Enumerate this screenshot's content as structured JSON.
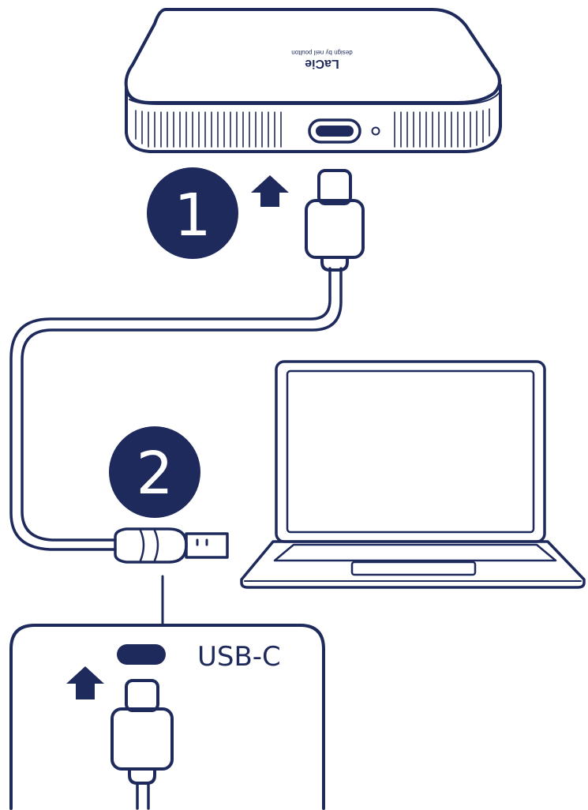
{
  "colors": {
    "ink": "#1f2a5c",
    "badge_fill": "#1f2a5c",
    "background": "#ffffff"
  },
  "drive": {
    "logo": "LaCie",
    "tagline": "design by neil poulton"
  },
  "steps": [
    {
      "number": "1",
      "description_icon": "arrow-up-icon"
    },
    {
      "number": "2"
    }
  ],
  "inset": {
    "port_label": "USB-C",
    "arrow_icon": "arrow-up-icon"
  }
}
